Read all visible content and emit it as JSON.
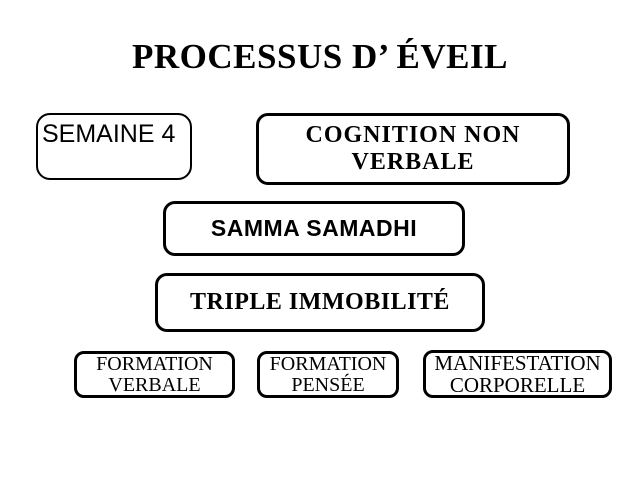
{
  "slide": {
    "title": "PROCESSUS D’ ÉVEIL",
    "boxes": {
      "semaine": {
        "label": "SEMAINE 4"
      },
      "cognition": {
        "line1": "COGNITION NON",
        "line2": "VERBALE"
      },
      "samadhi": {
        "label": "SAMMA SAMADHI"
      },
      "triple": {
        "label": "TRIPLE IMMOBILITÉ"
      },
      "formation_verbale": {
        "line1": "FORMATION",
        "line2": "VERBALE"
      },
      "formation_pensee": {
        "line1": "FORMATION",
        "line2": "PENSÉE"
      },
      "manifestation": {
        "line1": "MANIFESTATION",
        "line2": "CORPORELLE"
      }
    },
    "colors": {
      "text": "#000000",
      "border": "#000000",
      "background": "#ffffff"
    }
  }
}
